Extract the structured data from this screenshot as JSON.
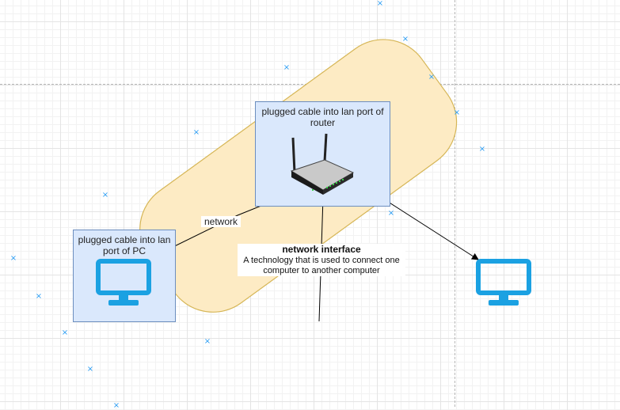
{
  "diagram": {
    "pc_box": {
      "label": "plugged cable into lan port of PC",
      "icon": "monitor-icon"
    },
    "router_box": {
      "label": "plugged cable into lan port of router",
      "icon": "router-icon"
    },
    "network_label": "network",
    "interface_note": {
      "title": "network interface",
      "description": "A technology that is used to connect one computer to another computer"
    },
    "remote_computer": {
      "icon": "monitor-icon"
    },
    "colors": {
      "zone_fill": "#fdebc4",
      "zone_stroke": "#d6b656",
      "box_fill": "#dae8fc",
      "box_stroke": "#6c8ebf",
      "monitor": "#1ba1e2",
      "selection_marker": "#2a9df4"
    }
  }
}
